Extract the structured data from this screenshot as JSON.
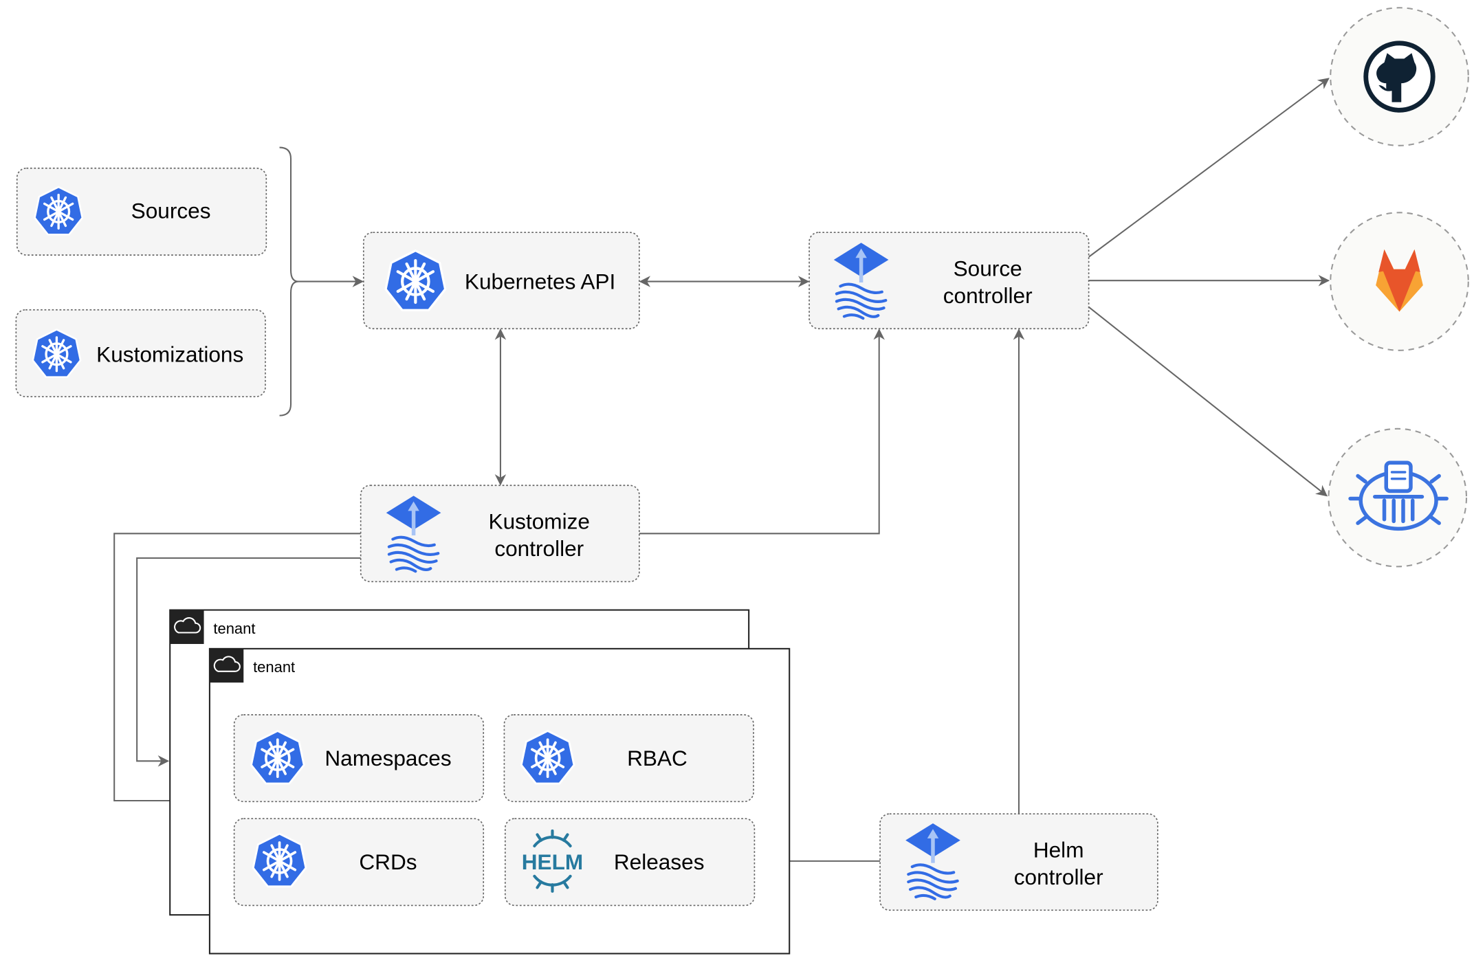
{
  "nodes": {
    "sources": "Sources",
    "kustomizations": "Kustomizations",
    "kubernetes_api": "Kubernetes API",
    "source_controller": [
      "Source",
      "controller"
    ],
    "kustomize_controller": [
      "Kustomize",
      "controller"
    ],
    "helm_controller": [
      "Helm",
      "controller"
    ],
    "namespaces": "Namespaces",
    "rbac": "RBAC",
    "crds": "CRDs",
    "releases": "Releases"
  },
  "tenants": [
    "tenant",
    "tenant"
  ],
  "icons": {
    "kubernetes": "kubernetes-icon",
    "flux": "flux-icon",
    "helm": "helm-icon",
    "github": "github-icon",
    "gitlab": "gitlab-icon",
    "bucket": "bucket-icon",
    "cloud": "cloud-icon"
  },
  "helm_logo_text": "HELM",
  "colors": {
    "kubernetes_blue": "#326ce5",
    "github_dark": "#0f2233",
    "gitlab_orange": "#e8552a",
    "gitlab_yellow": "#f8a334",
    "helm_blue": "#277a9f",
    "edge": "#666666"
  }
}
